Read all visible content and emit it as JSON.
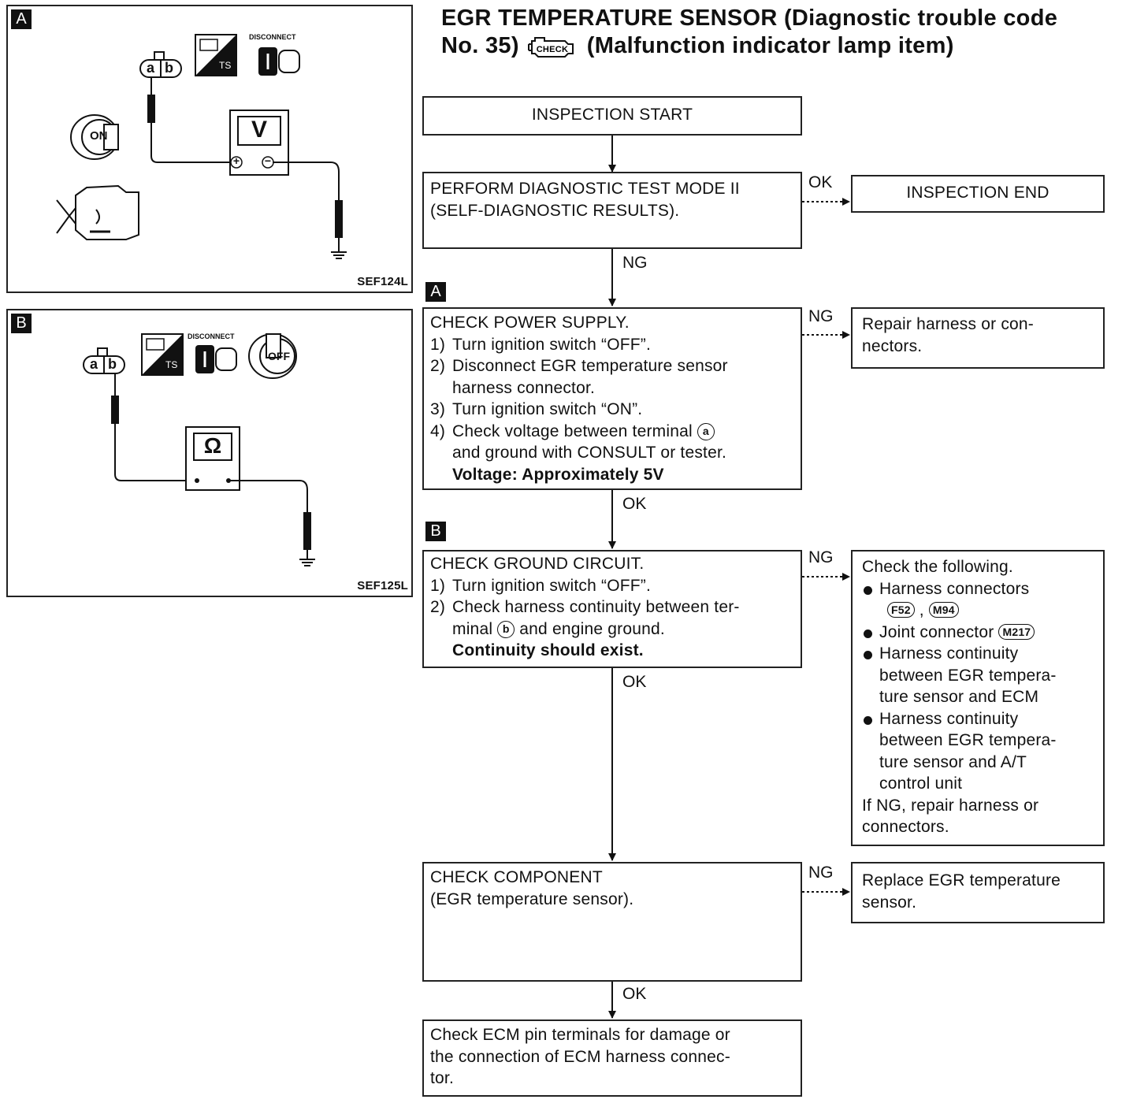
{
  "title": {
    "line1": "EGR TEMPERATURE SENSOR (Diagnostic trouble code",
    "line2_pre": "No. 35)",
    "check_icon": "CHECK",
    "line2_post": "(Malfunction indicator lamp item)"
  },
  "figure_a": {
    "tag": "A",
    "code": "SEF124L",
    "connector_terms": [
      "a",
      "b"
    ],
    "ts_label": "TS",
    "disconnect_label": "DISCONNECT",
    "ignition_label": "ON",
    "meter_label": "V",
    "meter_plus": "+",
    "meter_minus": "−"
  },
  "figure_b": {
    "tag": "B",
    "code": "SEF125L",
    "connector_terms": [
      "a",
      "b"
    ],
    "ts_label": "TS",
    "disconnect_label": "DISCONNECT",
    "ignition_label": "OFF",
    "meter_label": "Ω"
  },
  "flow": {
    "start": "INSPECTION START",
    "mode2": {
      "line1": "PERFORM DIAGNOSTIC TEST MODE II",
      "line2": "(SELF-DIAGNOSTIC RESULTS)."
    },
    "end": "INSPECTION END",
    "power": {
      "tag": "A",
      "heading": "CHECK POWER SUPPLY.",
      "steps": [
        {
          "num": "1)",
          "text": "Turn ignition switch “OFF”."
        },
        {
          "num": "2)",
          "text": "Disconnect EGR temperature sensor"
        },
        {
          "num": "",
          "text": "harness connector."
        },
        {
          "num": "3)",
          "text": "Turn ignition switch “ON”."
        },
        {
          "num": "4)",
          "text": "Check voltage between terminal"
        },
        {
          "num": "",
          "text": "and ground with CONSULT or tester."
        }
      ],
      "terminal": "a",
      "spec": "Voltage: Approximately 5V"
    },
    "repair1": {
      "line1": "Repair harness or con-",
      "line2": "nectors."
    },
    "ground": {
      "tag": "B",
      "heading": "CHECK GROUND CIRCUIT.",
      "step1_num": "1)",
      "step1": "Turn ignition switch “OFF”.",
      "step2_num": "2)",
      "step2_line1": "Check harness continuity between ter-",
      "step2_line2_pre": "minal",
      "terminal": "b",
      "step2_line2_post": "and engine ground.",
      "spec": "Continuity should exist."
    },
    "check_following": {
      "heading": "Check the following.",
      "b1": "Harness connectors",
      "conn1": "F52",
      "sep": ",",
      "conn2": "M94",
      "b2": "Joint connector",
      "conn3": "M217",
      "b3": [
        "Harness continuity",
        "between EGR tempera-",
        "ture sensor and ECM"
      ],
      "b4": [
        "Harness continuity",
        "between EGR tempera-",
        "ture sensor and A/T",
        "control unit"
      ],
      "footer": [
        "If NG, repair harness or",
        "connectors."
      ]
    },
    "component": {
      "line1": "CHECK COMPONENT",
      "line2": "(EGR temperature sensor)."
    },
    "replace": {
      "line1": "Replace EGR temperature",
      "line2": "sensor."
    },
    "ecm": {
      "line1": "Check ECM pin terminals for damage or",
      "line2": "the connection of ECM harness connec-",
      "line3": "tor."
    },
    "labels": {
      "ok1": "OK",
      "ng1": "NG",
      "ng2": "NG",
      "ok2": "OK",
      "ng3": "NG",
      "ok3": "OK",
      "ng4": "NG",
      "ok4": "OK"
    }
  }
}
